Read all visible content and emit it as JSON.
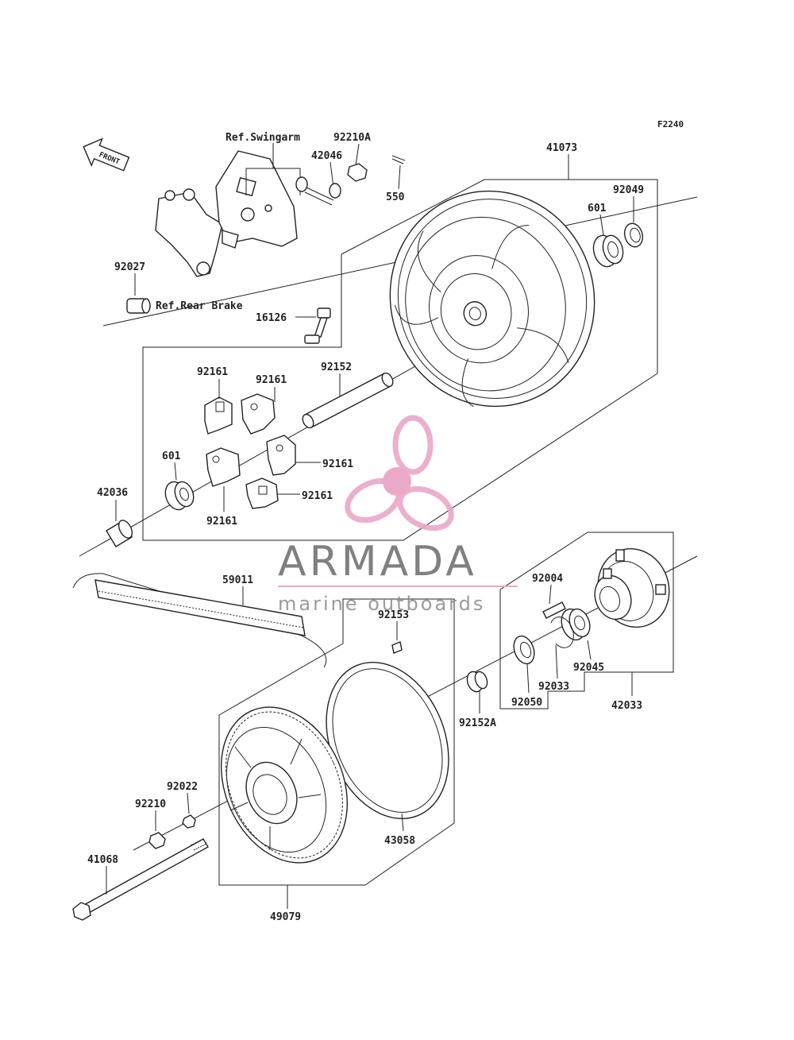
{
  "figure_code": "F2240",
  "front_label": "FRONT",
  "refs": {
    "swingarm": "Ref.Swingarm",
    "rear_brake": "Ref.Rear Brake"
  },
  "parts": {
    "p92210A": "92210A",
    "p42046": "42046",
    "p550": "550",
    "p41073": "41073",
    "p92049": "92049",
    "p601_top": "601",
    "p92027": "92027",
    "p16126": "16126",
    "p92161_a": "92161",
    "p92161_b": "92161",
    "p92161_c": "92161",
    "p92161_d": "92161",
    "p92161_e": "92161",
    "p92152": "92152",
    "p601_left": "601",
    "p42036": "42036",
    "p59011": "59011",
    "p92153": "92153",
    "p92004": "92004",
    "p92045": "92045",
    "p92033": "92033",
    "p92050": "92050",
    "p42033": "42033",
    "p92152A": "92152A",
    "p92022": "92022",
    "p92210": "92210",
    "p43058": "43058",
    "p41068": "41068",
    "p49079": "49079"
  },
  "watermark": {
    "brand": "ARMADA",
    "tagline": "marine outboards",
    "logo_color": "#e9a8c9",
    "logo_center_color": "#e8a0c4"
  }
}
